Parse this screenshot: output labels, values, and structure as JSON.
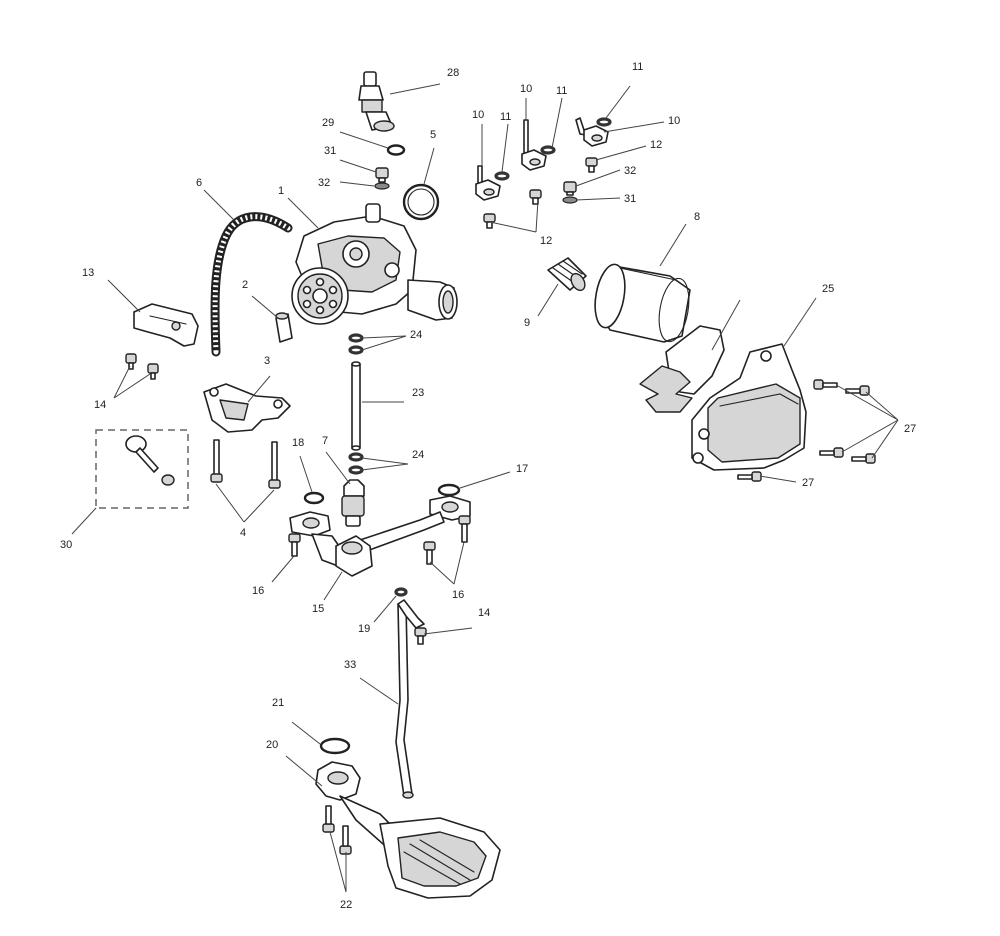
{
  "callouts": {
    "c1": "1",
    "c2": "2",
    "c3": "3",
    "c4": "4",
    "c5": "5",
    "c6": "6",
    "c7": "7",
    "c8": "8",
    "c9": "9",
    "c10a": "10",
    "c10b": "10",
    "c10c": "10",
    "c11a": "11",
    "c11b": "11",
    "c11c": "11",
    "c12a": "12",
    "c12b": "12",
    "c13": "13",
    "c14a": "14",
    "c14b": "14",
    "c15": "15",
    "c16a": "16",
    "c16b": "16",
    "c17": "17",
    "c18": "18",
    "c19": "19",
    "c20": "20",
    "c21": "21",
    "c22": "22",
    "c23": "23",
    "c24a": "24",
    "c24b": "24",
    "c25": "25",
    "c27a": "27",
    "c27b": "27",
    "c28": "28",
    "c29": "29",
    "c30": "30",
    "c31a": "31",
    "c31b": "31",
    "c32a": "32",
    "c32b": "32",
    "c33": "33"
  }
}
